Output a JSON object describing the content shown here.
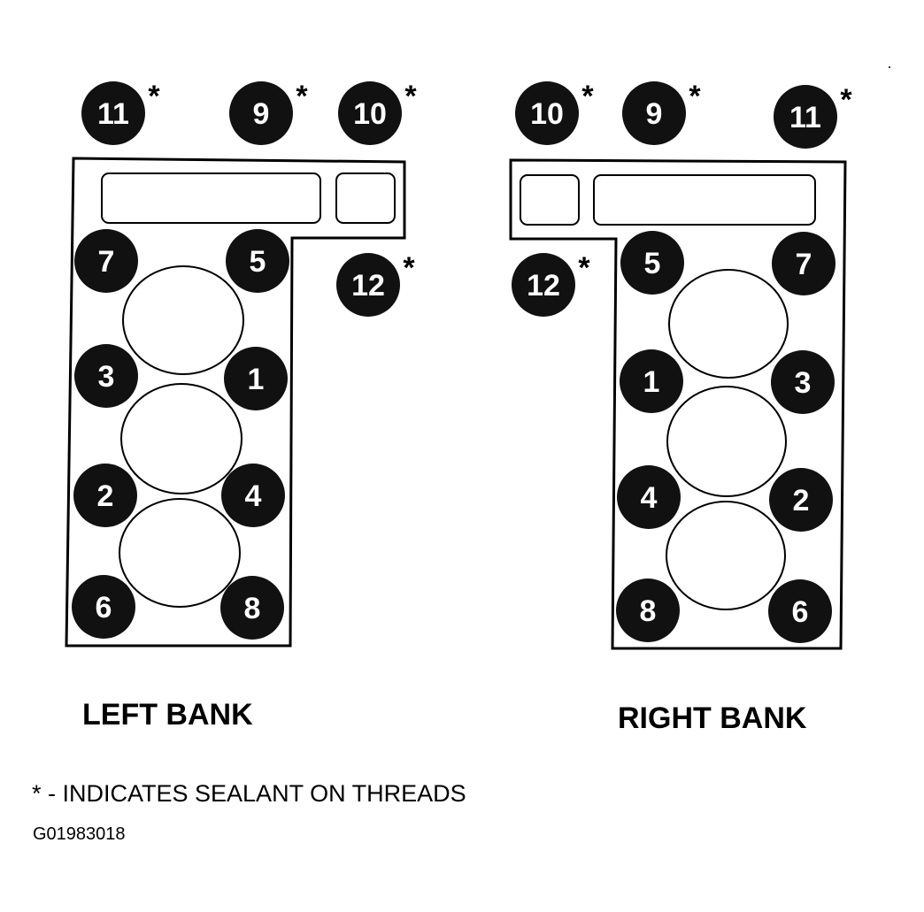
{
  "left_bank": {
    "label": "LEFT BANK",
    "bolts": [
      {
        "num": "11",
        "sealant": true
      },
      {
        "num": "9",
        "sealant": true
      },
      {
        "num": "10",
        "sealant": true
      },
      {
        "num": "7",
        "sealant": false
      },
      {
        "num": "5",
        "sealant": false
      },
      {
        "num": "12",
        "sealant": true
      },
      {
        "num": "3",
        "sealant": false
      },
      {
        "num": "1",
        "sealant": false
      },
      {
        "num": "2",
        "sealant": false
      },
      {
        "num": "4",
        "sealant": false
      },
      {
        "num": "6",
        "sealant": false
      },
      {
        "num": "8",
        "sealant": false
      }
    ]
  },
  "right_bank": {
    "label": "RIGHT BANK",
    "bolts": [
      {
        "num": "10",
        "sealant": true
      },
      {
        "num": "9",
        "sealant": true
      },
      {
        "num": "11",
        "sealant": true
      },
      {
        "num": "12",
        "sealant": true
      },
      {
        "num": "5",
        "sealant": false
      },
      {
        "num": "7",
        "sealant": false
      },
      {
        "num": "1",
        "sealant": false
      },
      {
        "num": "3",
        "sealant": false
      },
      {
        "num": "4",
        "sealant": false
      },
      {
        "num": "2",
        "sealant": false
      },
      {
        "num": "8",
        "sealant": false
      },
      {
        "num": "6",
        "sealant": false
      }
    ]
  },
  "sealant_symbol": "*",
  "legend_note": "* - INDICATES SEALANT ON THREADS",
  "figure_code": "G01983018",
  "colors": {
    "bolt_fill": "#111111",
    "bolt_text": "#ffffff",
    "line": "#000000",
    "background": "#ffffff"
  }
}
